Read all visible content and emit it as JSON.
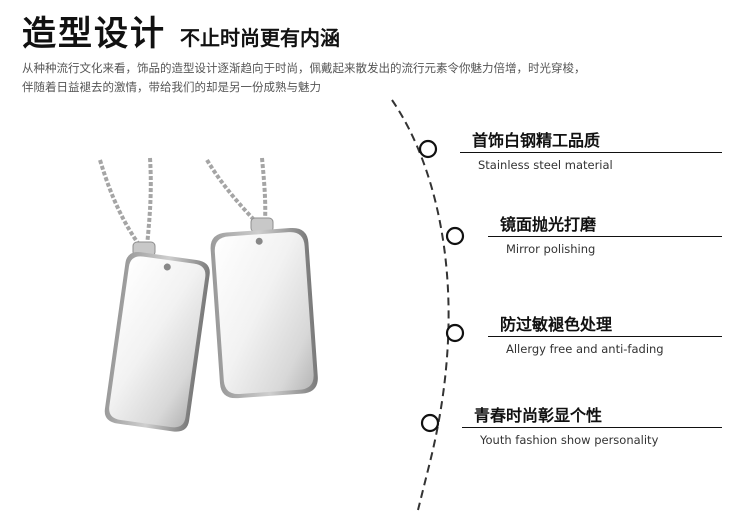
{
  "header": {
    "title": "造型设计",
    "subtitle": "不止时尚更有内涵",
    "description_line1": "从种种流行文化来看，饰品的造型设计逐渐趋向于时尚，佩戴起来散发出的流行元素令你魅力倍增，时光穿梭，",
    "description_line2": "伴随着日益褪去的激情，带给我们的却是另一份成熟与魅力"
  },
  "features": [
    {
      "cn": "首饰白钢精工品质",
      "en": "Stainless steel material"
    },
    {
      "cn": "镜面抛光打磨",
      "en": "Mirror polishing"
    },
    {
      "cn": "防过敏褪色处理",
      "en": "Allergy free and anti-fading"
    },
    {
      "cn": "青春时尚彰显个性",
      "en": "Youth fashion show personality"
    }
  ],
  "colors": {
    "text": "#111111",
    "metal_light": "#f7f7f7",
    "metal_dark": "#8a8a8a"
  },
  "icons": [
    "dog-tag-pendant-small",
    "dog-tag-pendant-large",
    "circle-marker-icon"
  ]
}
